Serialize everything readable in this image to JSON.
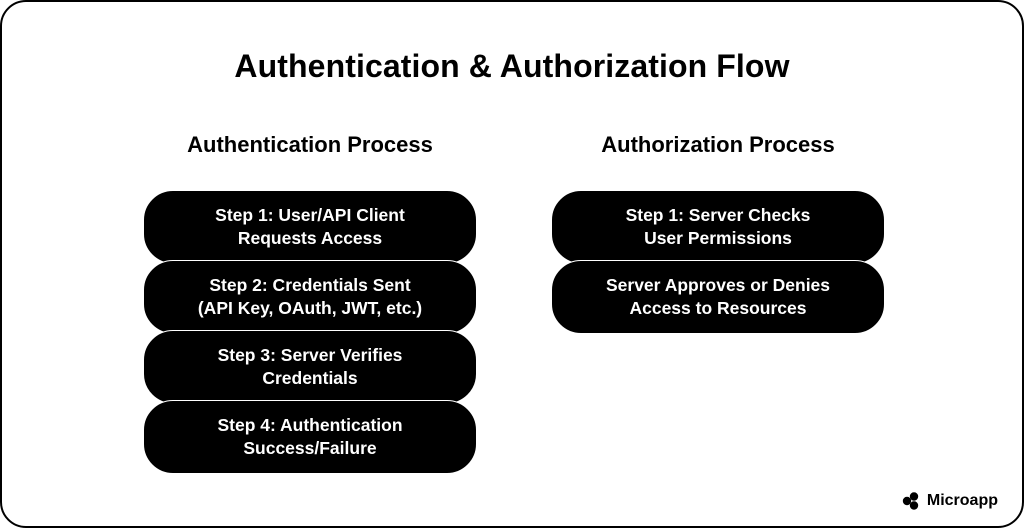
{
  "title": "Authentication & Authorization Flow",
  "authentication": {
    "heading": "Authentication Process",
    "steps": [
      {
        "line1": "Step 1: User/API Client",
        "line2": "Requests Access"
      },
      {
        "line1": "Step 2: Credentials Sent",
        "line2": "(API Key, OAuth, JWT, etc.)"
      },
      {
        "line1": "Step 3: Server Verifies",
        "line2": "Credentials"
      },
      {
        "line1": "Step 4: Authentication",
        "line2": "Success/Failure"
      }
    ]
  },
  "authorization": {
    "heading": "Authorization Process",
    "steps": [
      {
        "line1": "Step 1: Server Checks",
        "line2": "User Permissions"
      },
      {
        "line1": "Server Approves or Denies",
        "line2": "Access to Resources"
      }
    ]
  },
  "brand": {
    "name": "Microapp",
    "icon": "microapp-logo-icon"
  },
  "colors": {
    "background": "#ffffff",
    "step_fill": "#000000",
    "step_text": "#ffffff",
    "text": "#000000"
  }
}
